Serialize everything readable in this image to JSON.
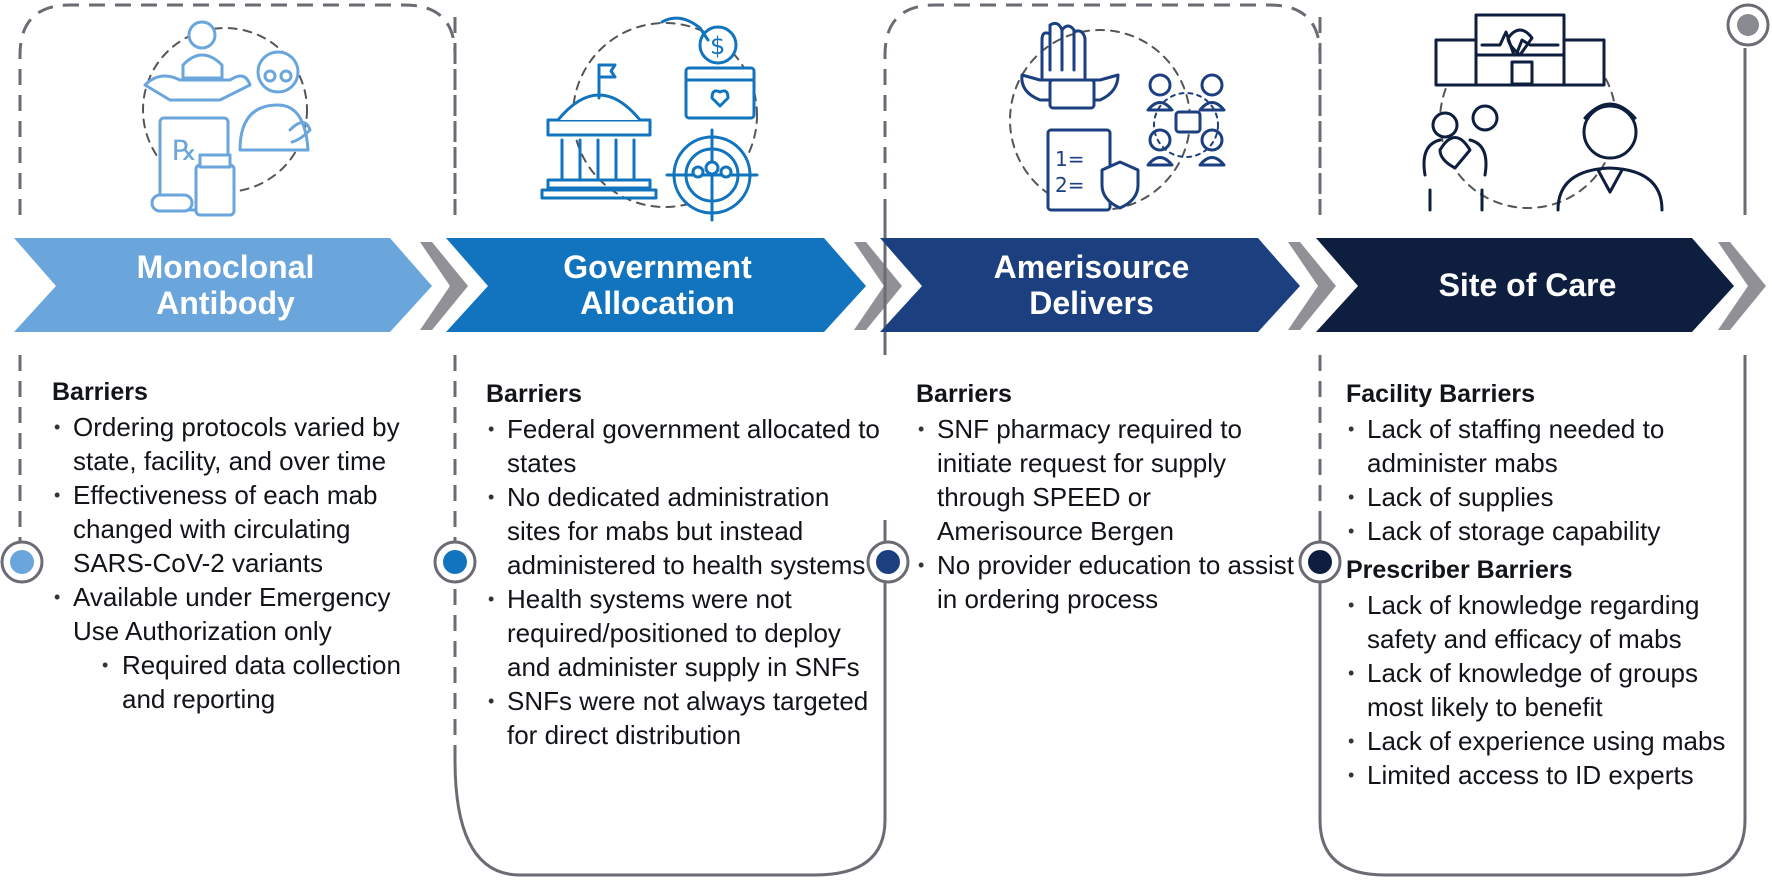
{
  "colors": {
    "stage1": "#6aa6dc",
    "stage2": "#1274be",
    "stage3": "#1c3f7f",
    "stage4": "#0e1e3e",
    "dash": "#6b6b73",
    "icon1": "#6aa6dc",
    "icon2": "#1274be",
    "icon3": "#1c3f7f",
    "icon4": "#0e1e3e"
  },
  "stages": [
    {
      "title": "Monoclonal\nAntibody",
      "icon": "patient-care-prescription-icon",
      "groups": [
        {
          "heading": "Barriers",
          "items": [
            {
              "text": "Ordering protocols varied by state, facility, and over time",
              "sub": false
            },
            {
              "text": "Effectiveness of each mab changed with circulating SARS-CoV-2 variants",
              "sub": false
            },
            {
              "text": "Available under Emergency Use Authorization only",
              "sub": false
            },
            {
              "text": "Required data collection and reporting",
              "sub": true
            }
          ]
        }
      ]
    },
    {
      "title": "Government\nAllocation",
      "icon": "government-funding-icon",
      "groups": [
        {
          "heading": "Barriers",
          "items": [
            {
              "text": "Federal government allocated to states",
              "sub": false
            },
            {
              "text": "No dedicated administration sites for mabs but instead administered to health systems",
              "sub": false
            },
            {
              "text": "Health systems were not required/positioned to deploy and administer supply in SNFs",
              "sub": false
            },
            {
              "text": "SNFs were not always targeted for direct distribution",
              "sub": false
            }
          ]
        }
      ]
    },
    {
      "title": "Amerisource\nDelivers",
      "icon": "supply-delivery-icon",
      "groups": [
        {
          "heading": "Barriers",
          "items": [
            {
              "text": "SNF pharmacy required to initiate request for supply through SPEED or Amerisource Bergen",
              "sub": false
            },
            {
              "text": "No provider education to assist in ordering process",
              "sub": false
            }
          ]
        }
      ]
    },
    {
      "title": "Site of Care",
      "icon": "hospital-care-icon",
      "groups": [
        {
          "heading": "Facility Barriers",
          "items": [
            {
              "text": "Lack of staffing needed to administer mabs",
              "sub": false
            },
            {
              "text": "Lack of supplies",
              "sub": false
            },
            {
              "text": "Lack of storage capability",
              "sub": false
            }
          ]
        },
        {
          "heading": "Prescriber Barriers",
          "items": [
            {
              "text": "Lack of knowledge regarding safety and efficacy of mabs",
              "sub": false
            },
            {
              "text": "Lack of knowledge of groups most likely to benefit",
              "sub": false
            },
            {
              "text": "Lack of experience using mabs",
              "sub": false
            },
            {
              "text": "Limited access to ID experts",
              "sub": false
            }
          ]
        }
      ]
    }
  ]
}
